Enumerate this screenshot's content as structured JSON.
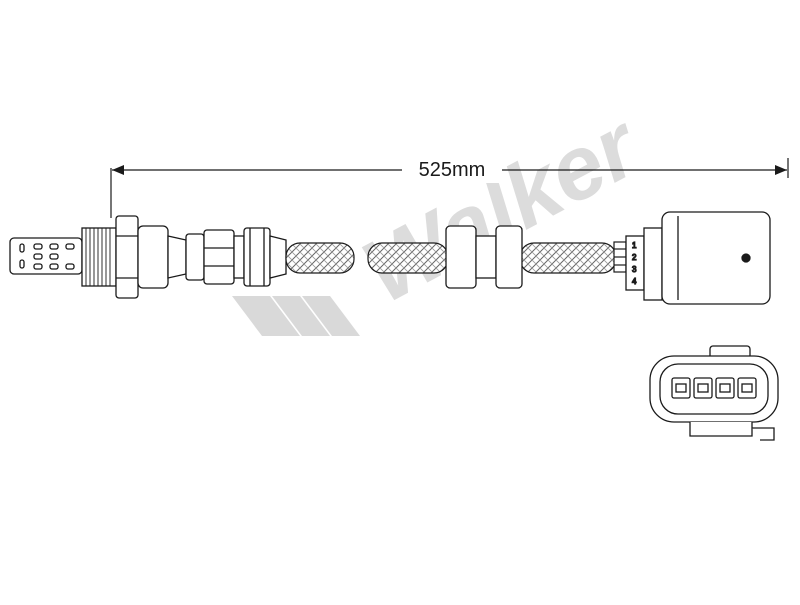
{
  "dimension": {
    "length_label": "525mm"
  },
  "watermark": {
    "brand_text": "Walker"
  },
  "connector": {
    "pin_labels": [
      "1",
      "2",
      "3",
      "4"
    ]
  },
  "colors": {
    "line": "#1a1a1a",
    "watermark": "#d9d9d9",
    "background": "#ffffff"
  }
}
